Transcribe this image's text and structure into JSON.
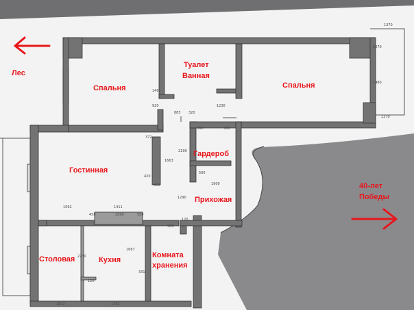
{
  "labels": {
    "forest": "Лес",
    "bedroom_left": "Спальня",
    "toilet": "Туалет",
    "bathroom": "Ванная",
    "bedroom_right": "Спальня",
    "wardrobe": "Гардероб",
    "living_room": "Гостинная",
    "hallway": "Прихожая",
    "dining": "Столовая",
    "kitchen": "Кухня",
    "storage_line1": "Комната",
    "storage_line2": "хранения",
    "street_line1": "40-лет",
    "street_line2": "Победы"
  },
  "dimensions": {
    "top_right": "1370",
    "right_side_1": "1370",
    "right_side_2": "1480",
    "right_step": "1370",
    "bath_1": "140",
    "bath_2": "920",
    "bath_3": "885",
    "bath_4": "300",
    "corridor_1": "320",
    "corridor_2": "1230",
    "wardrobe_1": "900",
    "wardrobe_2": "2190",
    "wardrobe_3": "500",
    "hall_1": "1900",
    "hall_2": "1290",
    "hall_3": "120",
    "living_1": "372",
    "living_2": "1663",
    "living_3": "450",
    "living_4": "420",
    "kitchen_top_1": "1562",
    "kitchen_top_2": "1411",
    "kitchen_top_3": "458",
    "kitchen_top_4": "1500",
    "kitchen_top_5": "550",
    "kitchen_side": "2230",
    "kitchen_height": "1667",
    "kitchen_small": "120",
    "storage_1": "900",
    "storage_2": "331",
    "bottom_1": "1612",
    "bottom_2": "1752"
  },
  "colors": {
    "wall": "#737373",
    "paper": "#f3f3f3",
    "label": "#e8161b",
    "arrow": "#e8161b"
  },
  "arrows": {
    "forest_arrow": "left",
    "street_arrow": "right"
  }
}
